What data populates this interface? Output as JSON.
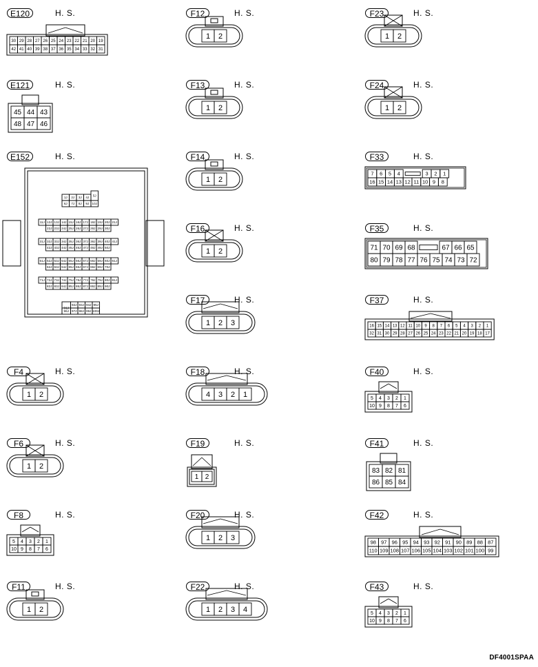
{
  "hs": "H. S.",
  "code": "DF4001SPAA",
  "connectors": [
    {
      "id": "E120",
      "type": "bigrow",
      "row1": [
        "30",
        "29",
        "28",
        "27",
        "26",
        "25",
        "24",
        "23",
        "22",
        "21",
        "20",
        "19"
      ],
      "row2": [
        "42",
        "41",
        "40",
        "39",
        "38",
        "37",
        "36",
        "35",
        "34",
        "33",
        "32",
        "31"
      ]
    },
    {
      "id": "E121",
      "type": "grid",
      "row1": [
        "45",
        "44",
        "43"
      ],
      "row2": [
        "48",
        "47",
        "46"
      ]
    },
    {
      "id": "E152",
      "type": "block",
      "rows": [
        [
          "1J",
          "2J",
          "3J",
          "4J",
          "5J"
        ],
        [
          "6J",
          "7J",
          "8J",
          "9J",
          "10J"
        ],
        [
          "11J",
          "12J",
          "13J",
          "14J",
          "15J",
          "16J",
          "17J",
          "18J",
          "19J",
          "20J",
          "21J"
        ],
        [
          "22J",
          "23J",
          "24J",
          "25J",
          "26J",
          "27J",
          "28J",
          "29J",
          "30J"
        ],
        [
          "31J",
          "32J",
          "33J",
          "34J",
          "35J",
          "36J",
          "37J",
          "38J",
          "39J",
          "40J",
          "41J"
        ],
        [
          "42J",
          "43J",
          "44J",
          "45J",
          "46J",
          "47J",
          "48J",
          "49J",
          "50J"
        ],
        [
          "51J",
          "52J",
          "53J",
          "54J",
          "55J",
          "56J",
          "57J",
          "58J",
          "59J",
          "60J",
          "61J"
        ],
        [
          "62J",
          "63J",
          "64J",
          "65J",
          "66J",
          "67J",
          "68J",
          "69J",
          "70J"
        ],
        [
          "71J",
          "72J",
          "73J",
          "74J",
          "75J",
          "76J",
          "77J",
          "78J",
          "79J",
          "80J",
          "81J"
        ],
        [
          "82J",
          "83J",
          "84J",
          "85J",
          "86J",
          "87J",
          "88J",
          "89J",
          "90J"
        ],
        [
          "91J",
          "92J",
          "93J",
          "94J",
          "95J"
        ],
        [
          "96J",
          "97J",
          "98J",
          "99J",
          "100J"
        ]
      ]
    },
    {
      "id": "F4",
      "type": "oval2x",
      "pins": [
        "1",
        "2"
      ]
    },
    {
      "id": "F6",
      "type": "oval2x",
      "pins": [
        "1",
        "2"
      ]
    },
    {
      "id": "F8",
      "type": "small10",
      "row1": [
        "5",
        "4",
        "3",
        "2",
        "1"
      ],
      "row2": [
        "10",
        "9",
        "8",
        "7",
        "6"
      ]
    },
    {
      "id": "F11",
      "type": "oval2",
      "pins": [
        "1",
        "2"
      ]
    },
    {
      "id": "F12",
      "type": "oval2",
      "pins": [
        "1",
        "2"
      ]
    },
    {
      "id": "F13",
      "type": "oval2",
      "pins": [
        "1",
        "2"
      ]
    },
    {
      "id": "F14",
      "type": "oval2",
      "pins": [
        "1",
        "2"
      ]
    },
    {
      "id": "F16",
      "type": "oval2x",
      "pins": [
        "1",
        "2"
      ]
    },
    {
      "id": "F17",
      "type": "oval3",
      "pins": [
        "1",
        "2",
        "3"
      ]
    },
    {
      "id": "F18",
      "type": "oval4",
      "pins": [
        "4",
        "3",
        "2",
        "1"
      ]
    },
    {
      "id": "F19",
      "type": "rect2",
      "pins": [
        "1",
        "2"
      ]
    },
    {
      "id": "F20",
      "type": "oval3",
      "pins": [
        "1",
        "2",
        "3"
      ]
    },
    {
      "id": "F22",
      "type": "oval4",
      "pins": [
        "1",
        "2",
        "3",
        "4"
      ]
    },
    {
      "id": "F23",
      "type": "oval2x",
      "pins": [
        "1",
        "2"
      ]
    },
    {
      "id": "F24",
      "type": "oval2x",
      "pins": [
        "1",
        "2"
      ]
    },
    {
      "id": "F33",
      "type": "row16",
      "row1": [
        "7",
        "6",
        "5",
        "4",
        "3",
        "2",
        "1"
      ],
      "row2": [
        "16",
        "15",
        "14",
        "13",
        "12",
        "11",
        "10",
        "9",
        "8"
      ]
    },
    {
      "id": "F35",
      "type": "row18",
      "row1": [
        "71",
        "70",
        "69",
        "68",
        "67",
        "66",
        "65"
      ],
      "row2": [
        "80",
        "79",
        "78",
        "77",
        "76",
        "75",
        "74",
        "73",
        "72"
      ]
    },
    {
      "id": "F37",
      "type": "row32",
      "row1": [
        "16",
        "15",
        "14",
        "13",
        "12",
        "11",
        "10",
        "9",
        "8",
        "7",
        "6",
        "5",
        "4",
        "3",
        "2",
        "1"
      ],
      "row2": [
        "32",
        "31",
        "30",
        "29",
        "28",
        "27",
        "26",
        "25",
        "24",
        "23",
        "22",
        "21",
        "20",
        "19",
        "18",
        "17"
      ]
    },
    {
      "id": "F40",
      "type": "small10",
      "row1": [
        "5",
        "4",
        "3",
        "2",
        "1"
      ],
      "row2": [
        "10",
        "9",
        "8",
        "7",
        "6"
      ]
    },
    {
      "id": "F41",
      "type": "grid",
      "row1": [
        "83",
        "82",
        "81"
      ],
      "row2": [
        "86",
        "85",
        "84"
      ]
    },
    {
      "id": "F42",
      "type": "bigrow",
      "row1": [
        "98",
        "97",
        "96",
        "95",
        "94",
        "93",
        "92",
        "91",
        "90",
        "89",
        "88",
        "87"
      ],
      "row2": [
        "110",
        "109",
        "108",
        "107",
        "106",
        "105",
        "104",
        "103",
        "102",
        "101",
        "100",
        "99"
      ]
    },
    {
      "id": "F43",
      "type": "small10",
      "row1": [
        "5",
        "4",
        "3",
        "2",
        "1"
      ],
      "row2": [
        "10",
        "9",
        "8",
        "7",
        "6"
      ]
    }
  ]
}
